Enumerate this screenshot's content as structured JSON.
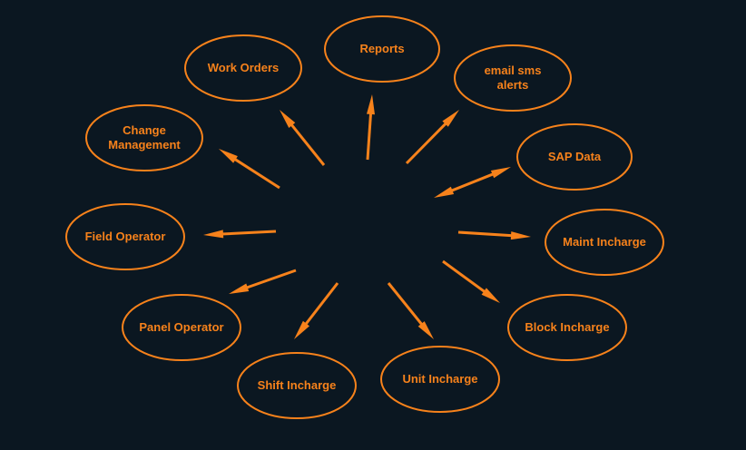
{
  "colors": {
    "background": "#0b1721",
    "accent": "#f7821b"
  },
  "nodes": [
    {
      "id": "reports",
      "lines": [
        "Reports"
      ]
    },
    {
      "id": "email-sms-alerts",
      "lines": [
        "email sms",
        "alerts"
      ]
    },
    {
      "id": "sap-data",
      "lines": [
        "SAP Data"
      ]
    },
    {
      "id": "maint-incharge",
      "lines": [
        "Maint Incharge"
      ]
    },
    {
      "id": "block-incharge",
      "lines": [
        "Block Incharge"
      ]
    },
    {
      "id": "unit-incharge",
      "lines": [
        "Unit Incharge"
      ]
    },
    {
      "id": "shift-incharge",
      "lines": [
        "Shift Incharge"
      ]
    },
    {
      "id": "panel-operator",
      "lines": [
        "Panel Operator"
      ]
    },
    {
      "id": "field-operator",
      "lines": [
        "Field Operator"
      ]
    },
    {
      "id": "change-management",
      "lines": [
        "Change",
        "Management"
      ]
    },
    {
      "id": "work-orders",
      "lines": [
        "Work Orders"
      ]
    }
  ],
  "arrows": [
    {
      "to": "reports",
      "direction": "outward"
    },
    {
      "to": "email-sms-alerts",
      "direction": "outward"
    },
    {
      "to": "sap-data",
      "direction": "both"
    },
    {
      "to": "maint-incharge",
      "direction": "outward"
    },
    {
      "to": "block-incharge",
      "direction": "outward"
    },
    {
      "to": "unit-incharge",
      "direction": "outward"
    },
    {
      "to": "shift-incharge",
      "direction": "outward"
    },
    {
      "to": "panel-operator",
      "direction": "outward"
    },
    {
      "to": "field-operator",
      "direction": "outward"
    },
    {
      "to": "change-management",
      "direction": "outward"
    },
    {
      "to": "work-orders",
      "direction": "outward"
    }
  ]
}
